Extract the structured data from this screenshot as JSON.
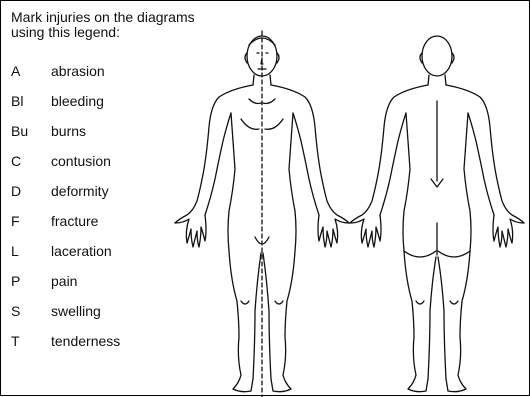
{
  "instructions": "Mark injuries on the diagrams\nusing this legend:",
  "legend": [
    {
      "code": "A",
      "label": "abrasion"
    },
    {
      "code": "Bl",
      "label": "bleeding"
    },
    {
      "code": "Bu",
      "label": "burns"
    },
    {
      "code": "C",
      "label": "contusion"
    },
    {
      "code": "D",
      "label": "deformity"
    },
    {
      "code": "F",
      "label": "fracture"
    },
    {
      "code": "L",
      "label": "laceration"
    },
    {
      "code": "P",
      "label": "pain"
    },
    {
      "code": "S",
      "label": "swelling"
    },
    {
      "code": "T",
      "label": "tenderness"
    }
  ],
  "diagrams": {
    "front_view_icon": "front-body-outline",
    "back_view_icon": "back-body-outline"
  }
}
